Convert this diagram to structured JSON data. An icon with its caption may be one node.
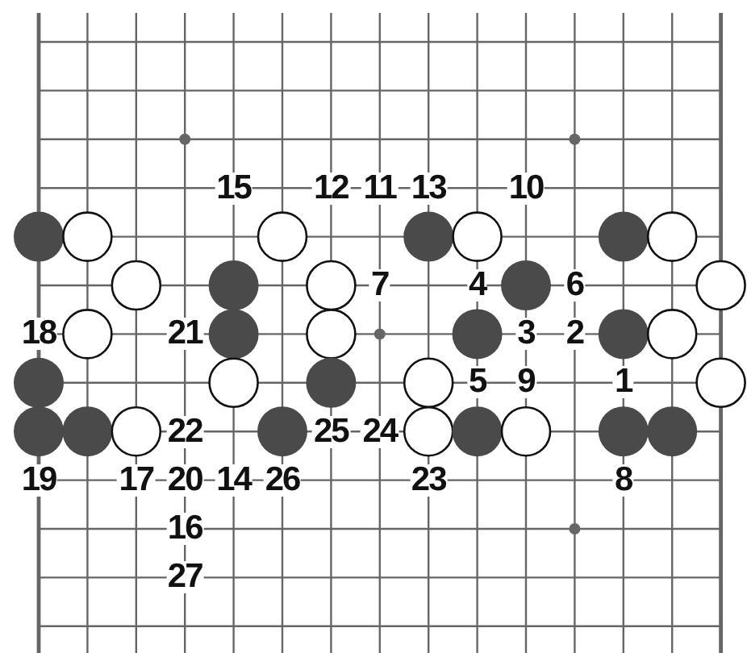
{
  "diagram": {
    "labels": [
      "15",
      "12",
      "11",
      "13",
      "10",
      "7",
      "4",
      "6",
      "18",
      "21",
      "3",
      "2",
      "5",
      "9",
      "1",
      "22",
      "25",
      "24",
      "19",
      "17",
      "20",
      "14",
      "26",
      "23",
      "8",
      "16",
      "27"
    ]
  }
}
